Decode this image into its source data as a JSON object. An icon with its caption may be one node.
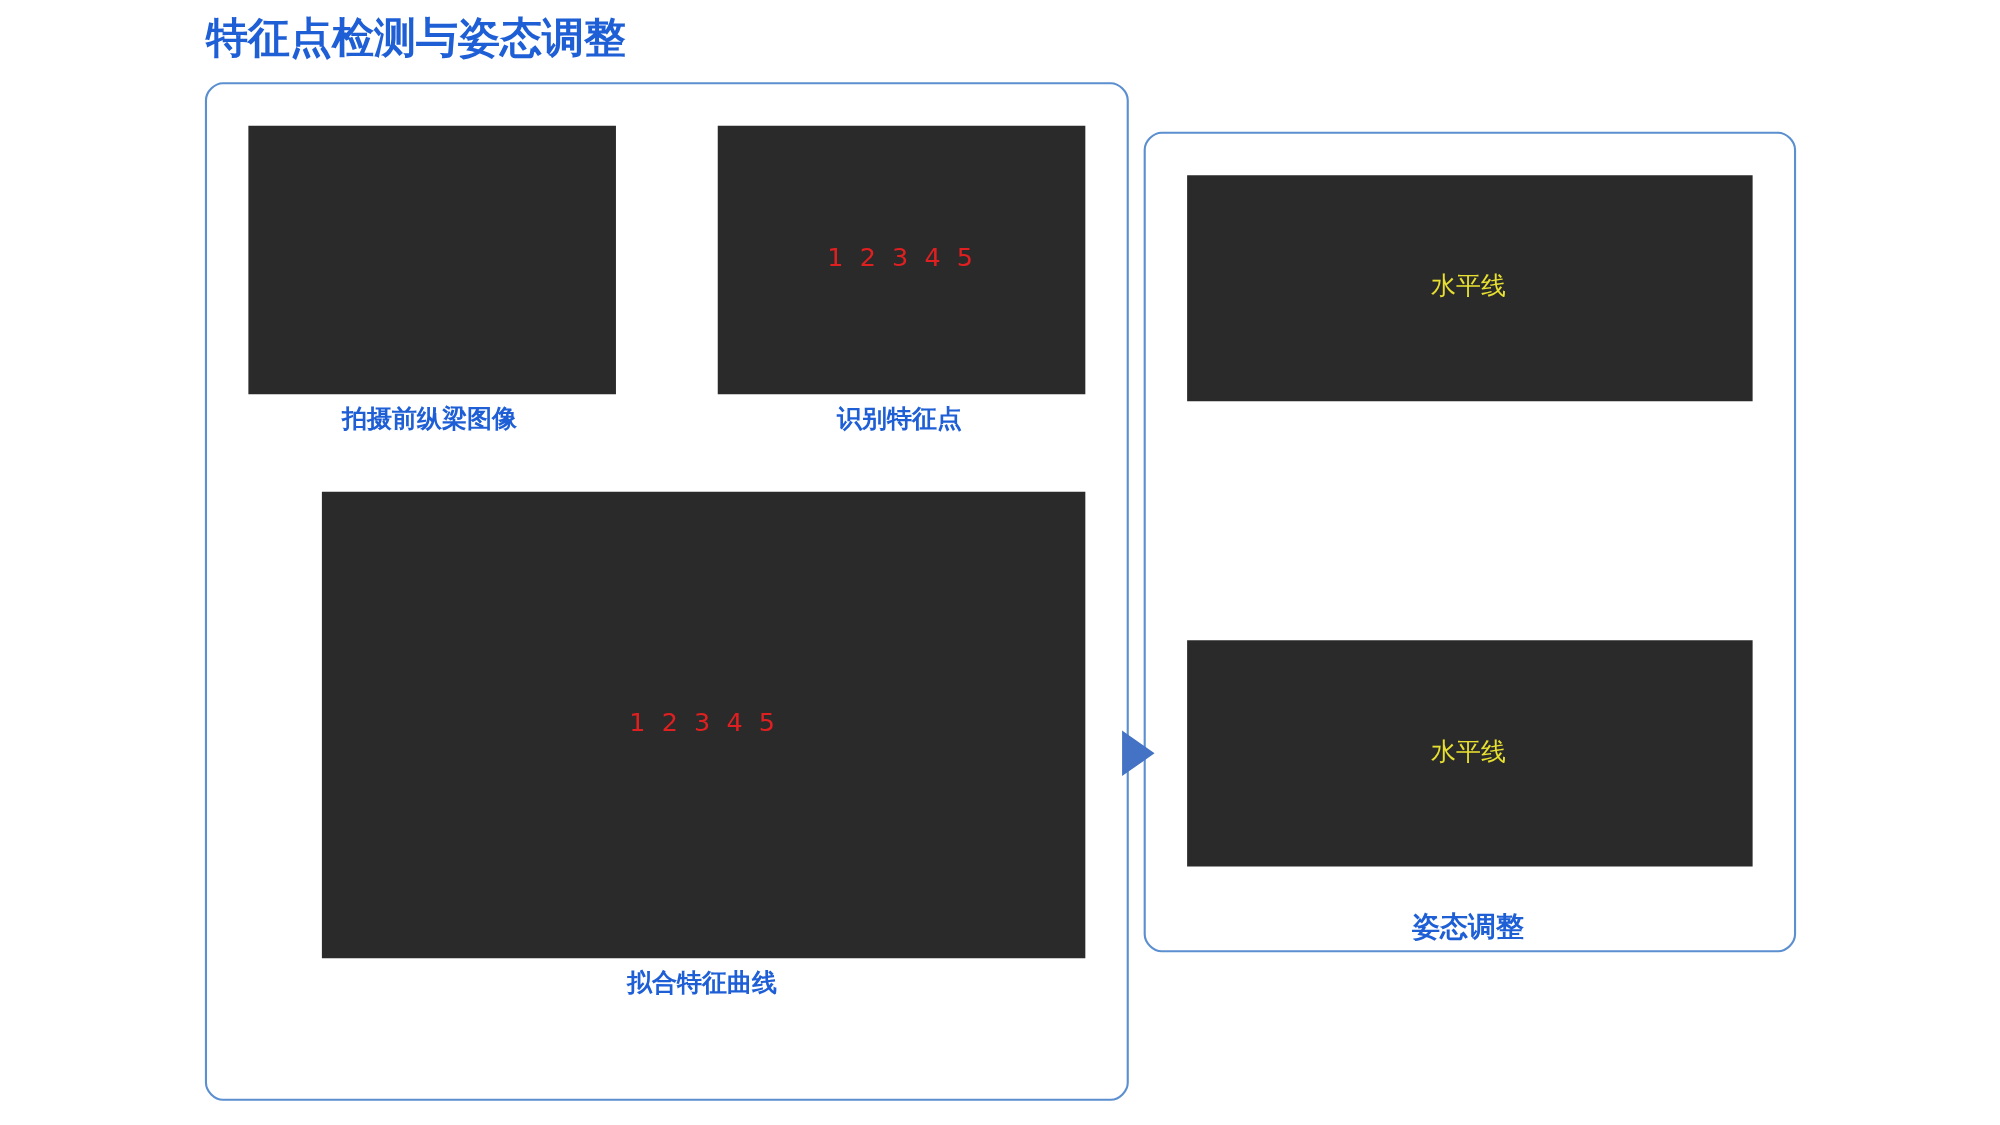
{
  "diagram": {
    "title": "特征点检测与姿态调整",
    "nodes": [
      {
        "text": [],
        "shape": "box"
      },
      {
        "text": [
          "拍摄前纵梁图像"
        ],
        "in": 0
      },
      {
        "text": [
          "1",
          "2",
          "3",
          "4",
          "5",
          "识别特征点"
        ],
        "in": 0
      },
      {
        "text": [
          "1",
          "2",
          "3",
          "4",
          "5",
          "拟合特征曲线"
        ],
        "in": 0
      },
      {
        "text": [
          "姿态调整"
        ]
      },
      {
        "text": [
          "水平线"
        ],
        "in": 4
      },
      {
        "text": [
          "水平线"
        ],
        "in": 4
      }
    ],
    "edges": [
      {
        "from": 0,
        "to": 4,
        "arrow": "to",
        "style": "thick",
        "color": "#4472c4"
      }
    ]
  }
}
